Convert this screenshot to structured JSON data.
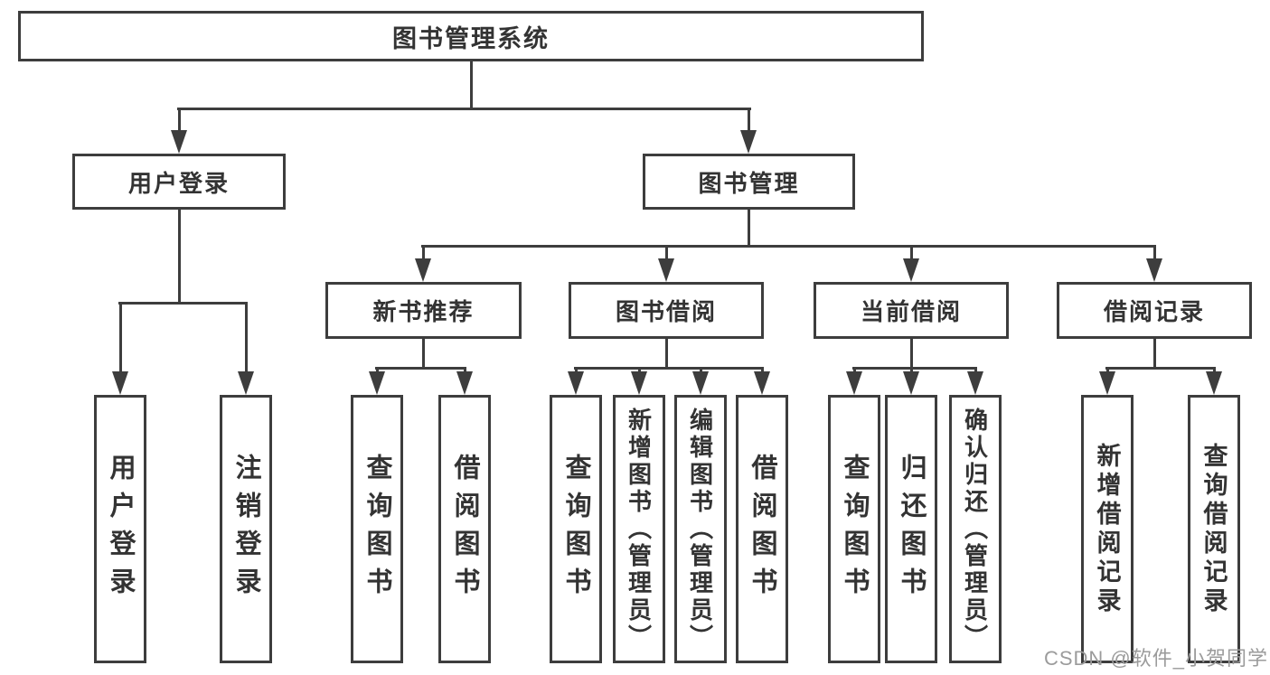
{
  "tree": {
    "root": {
      "label": "图书管理系统"
    },
    "branches": [
      {
        "label": "用户登录",
        "children": [
          {
            "label": "用户登录"
          },
          {
            "label": "注销登录"
          }
        ]
      },
      {
        "label": "图书管理",
        "children": [
          {
            "label": "新书推荐",
            "children": [
              {
                "label": "查询图书"
              },
              {
                "label": "借阅图书"
              }
            ]
          },
          {
            "label": "图书借阅",
            "children": [
              {
                "label": "查询图书"
              },
              {
                "label": "新增图书（管理员）"
              },
              {
                "label": "编辑图书（管理员）"
              },
              {
                "label": "借阅图书"
              }
            ]
          },
          {
            "label": "当前借阅",
            "children": [
              {
                "label": "查询图书"
              },
              {
                "label": "归还图书"
              },
              {
                "label": "确认归还（管理员）"
              }
            ]
          },
          {
            "label": "借阅记录",
            "children": [
              {
                "label": "新增借阅记录"
              },
              {
                "label": "查询借阅记录"
              }
            ]
          }
        ]
      }
    ]
  },
  "watermark": {
    "text": "CSDN @软件_小贺同学"
  },
  "colors": {
    "line": "#3d3d3d",
    "text": "#333333",
    "watermark": "#9b9b9b",
    "background": "#ffffff"
  }
}
